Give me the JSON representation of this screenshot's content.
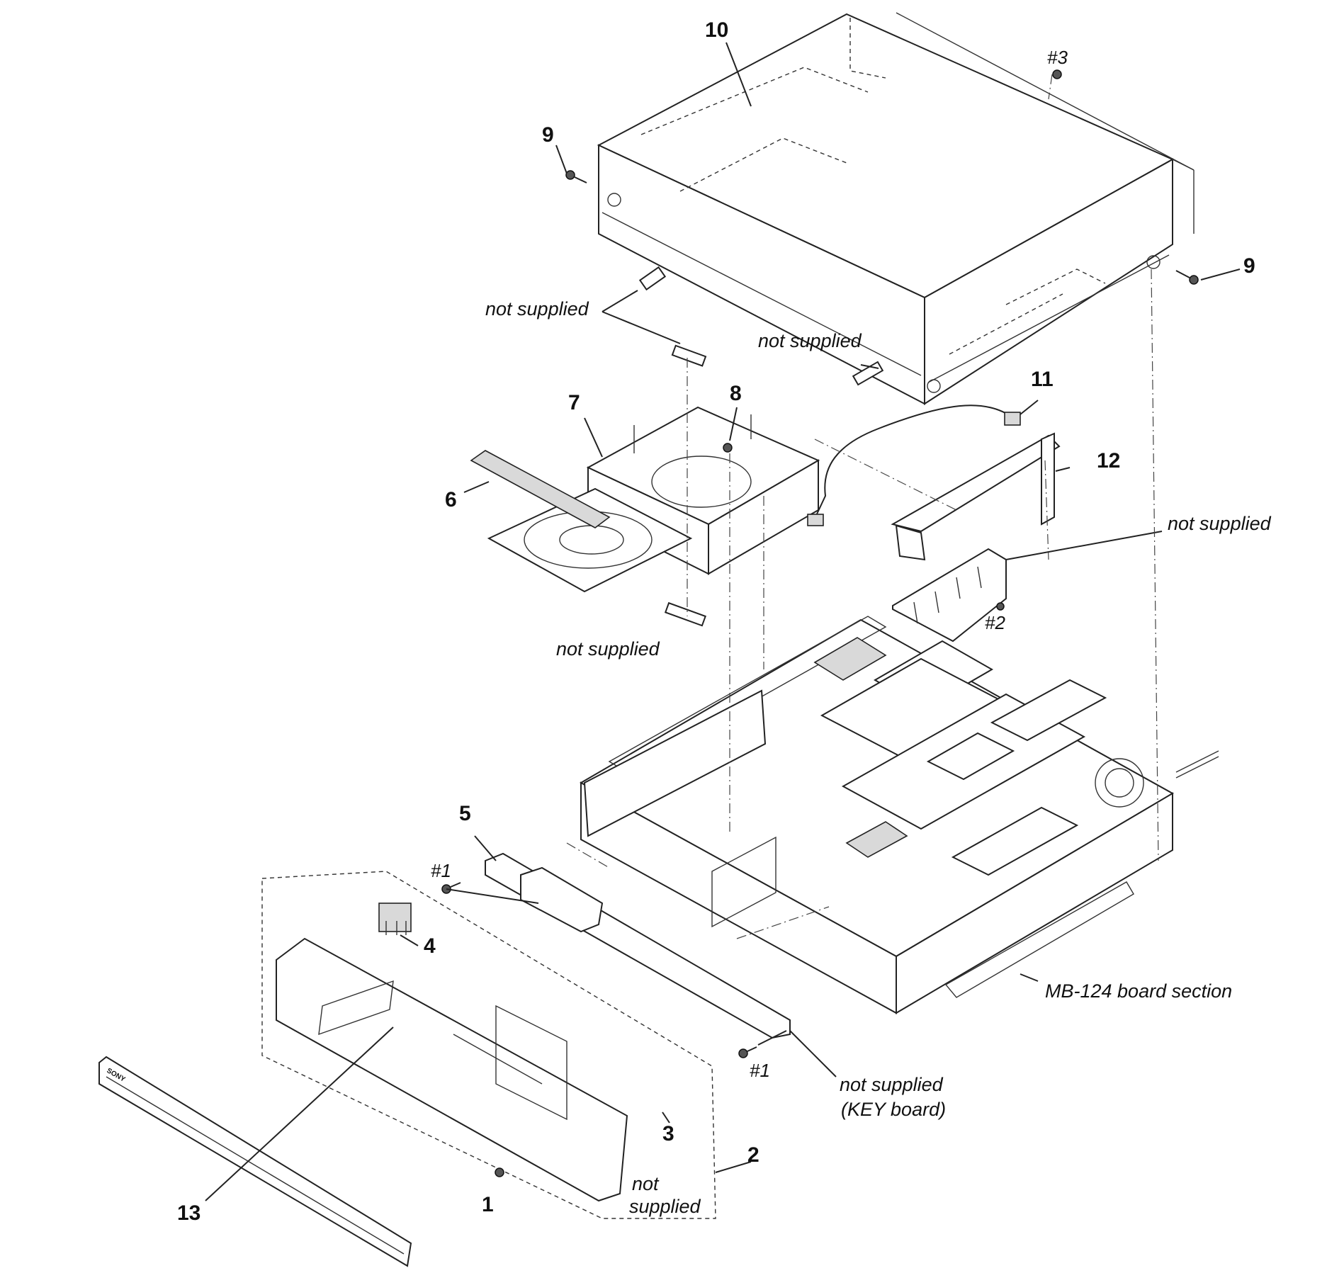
{
  "callouts": {
    "n1": "1",
    "n2": "2",
    "n3": "3",
    "n4": "4",
    "n5": "5",
    "n6": "6",
    "n7": "7",
    "n8": "8",
    "n9a": "9",
    "n9b": "9",
    "n10": "10",
    "n11": "11",
    "n12": "12",
    "n13": "13",
    "s1a": "#1",
    "s1b": "#1",
    "s2": "#2",
    "s3": "#3"
  },
  "labels": {
    "not_supplied_cover_left": "not supplied",
    "not_supplied_cover_right": "not supplied",
    "not_supplied_drive_bottom": "not supplied",
    "not_supplied_bracket": "not supplied",
    "not_supplied_key_board_line1": "not supplied",
    "not_supplied_key_board_line2": "(KEY board)",
    "not_supplied_panel_line1": "not",
    "not_supplied_panel_line2": "supplied",
    "mb_board_section": "MB-124 board section"
  },
  "panel_logo": "SONY"
}
